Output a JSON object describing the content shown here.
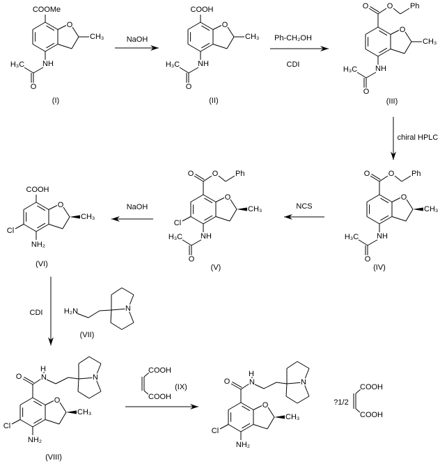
{
  "compounds": {
    "I": {
      "id": "(I)",
      "substituent": "COOMe",
      "ring_o": "O",
      "methyl": "CH₃",
      "amine": "NH",
      "acetyl": "H₃C",
      "carbonyl_o": "O"
    },
    "II": {
      "id": "(II)",
      "substituent": "COOH",
      "ring_o": "O",
      "methyl": "CH₃",
      "amine": "NH",
      "acetyl": "H₃C",
      "carbonyl_o": "O"
    },
    "III": {
      "id": "(III)",
      "ester_carbonyl_o": "O",
      "ester_o": "O",
      "ester_r": "Ph",
      "ring_o": "O",
      "methyl": "CH₃",
      "amine": "NH",
      "acetyl": "H₃C",
      "carbonyl_o": "O"
    },
    "IV": {
      "id": "(IV)",
      "ester_carbonyl_o": "O",
      "ester_o": "O",
      "ester_r": "Ph",
      "ring_o": "O",
      "methyl": "CH₃",
      "amine": "NH",
      "acetyl": "H₃C",
      "carbonyl_o": "O"
    },
    "V": {
      "id": "(V)",
      "ester_carbonyl_o": "O",
      "ester_o": "O",
      "ester_r": "Ph",
      "ring_o": "O",
      "methyl": "CH₃",
      "amine": "NH",
      "acetyl": "H₃C",
      "carbonyl_o": "O",
      "chloro": "Cl"
    },
    "VI": {
      "id": "(VI)",
      "substituent": "COOH",
      "ring_o": "O",
      "methyl": "CH₃",
      "amine": "NH₂",
      "chloro": "Cl"
    },
    "VII": {
      "id": "(VII)",
      "amine": "H₂N",
      "ring_n": "N"
    },
    "VIII": {
      "id": "(VIII)",
      "amide_o": "O",
      "amide_n": "N",
      "amide_h": "H",
      "ring_n": "N",
      "ring_o": "O",
      "methyl": "CH₃",
      "amine": "NH₂",
      "chloro": "Cl"
    },
    "IX": {
      "id": "(IX)",
      "acid_top": "COOH",
      "acid_bottom": "COOH"
    },
    "product": {
      "amide_o": "O",
      "amide_n": "N",
      "amide_h": "H",
      "ring_n": "N",
      "ring_o": "O",
      "methyl": "CH₃",
      "amine": "NH₂",
      "chloro": "Cl",
      "salt_ratio": "?1/2",
      "acid_top": "COOH",
      "acid_bottom": "COOH"
    }
  },
  "steps": {
    "s1": {
      "reagent": "NaOH"
    },
    "s2": {
      "reagent": "Ph-CH₂OH",
      "conditions": "CDI"
    },
    "s3": {
      "reagent": "chiral HPLC"
    },
    "s4": {
      "reagent": "NCS"
    },
    "s5": {
      "reagent": "NaOH"
    },
    "s6": {
      "reagent": "CDI"
    }
  }
}
